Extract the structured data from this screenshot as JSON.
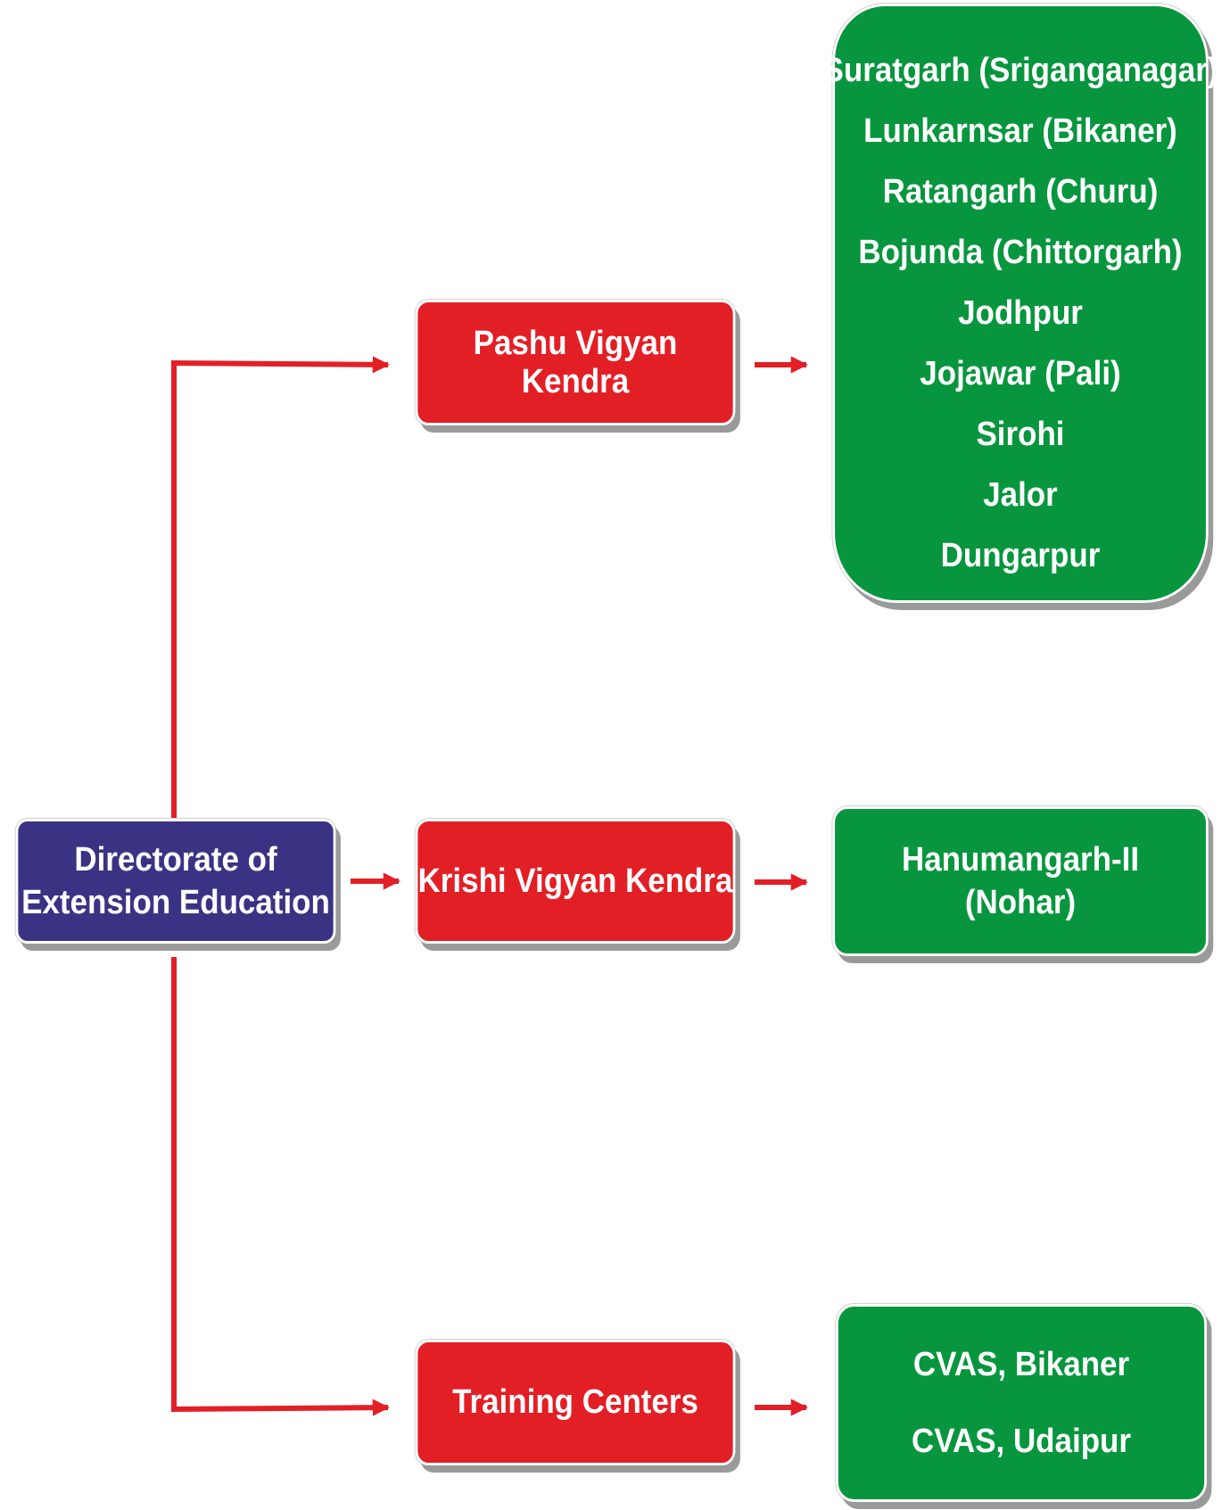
{
  "root": {
    "label_line1": "Directorate of",
    "label_line2": "Extension Education"
  },
  "branches": [
    {
      "label": "Pashu Vigyan Kendra",
      "centers": [
        "Suratgarh (Sriganganagar)",
        "Lunkarnsar (Bikaner)",
        "Ratangarh (Churu)",
        "Bojunda (Chittorgarh)",
        "Jodhpur",
        "Jojawar (Pali)",
        "Sirohi",
        "Jalor",
        "Dungarpur"
      ]
    },
    {
      "label": "Krishi Vigyan Kendra",
      "centers": [
        "Hanumangarh-II",
        "(Nohar)"
      ]
    },
    {
      "label": "Training Centers",
      "centers": [
        "CVAS, Bikaner",
        "CVAS, Udaipur"
      ]
    }
  ],
  "colors": {
    "root": "#3a3384",
    "branch": "#e31f26",
    "center": "#07963e",
    "connector": "#e31f26",
    "text": "#ffffff",
    "shadow": "#9a9a9a"
  }
}
